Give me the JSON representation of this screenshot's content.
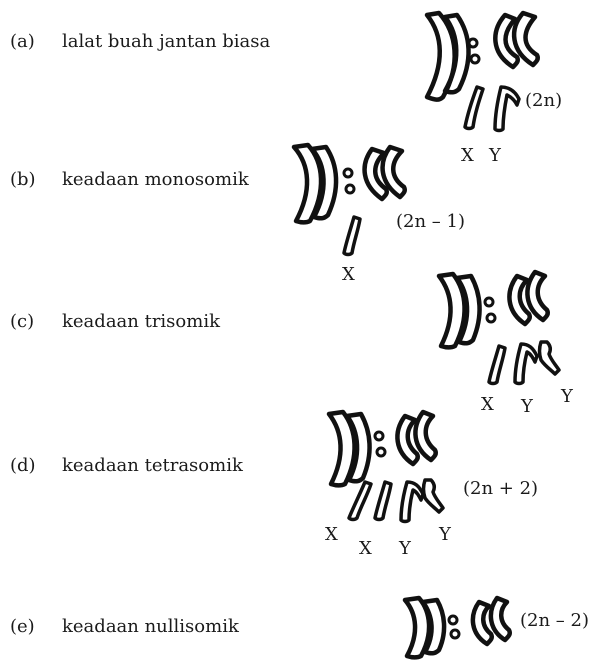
{
  "rows": [
    {
      "letter": "(a)",
      "description": "lalat buah jantan biasa",
      "formula": "(2n)",
      "sex_labels": [
        "X",
        "Y"
      ]
    },
    {
      "letter": "(b)",
      "description": "keadaan monosomik",
      "formula": "(2n – 1)",
      "sex_labels": [
        "X"
      ]
    },
    {
      "letter": "(c)",
      "description": "keadaan trisomik",
      "formula": "",
      "sex_labels": [
        "X",
        "Y",
        "Y"
      ]
    },
    {
      "letter": "(d)",
      "description": "keadaan tetrasomik",
      "formula": "(2n + 2)",
      "sex_labels": [
        "X",
        "X",
        "Y",
        "Y"
      ]
    },
    {
      "letter": "(e)",
      "description": "keadaan nullisomik",
      "formula": "(2n – 2)",
      "sex_labels": []
    }
  ]
}
